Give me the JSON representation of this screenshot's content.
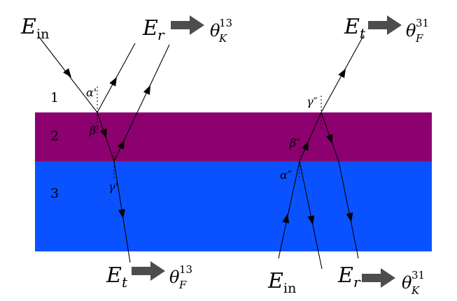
{
  "layers": {
    "labels": [
      "1",
      "2",
      "3"
    ],
    "colors": {
      "layer1": "#ffffff",
      "layer2": "#8c006f",
      "layer3": "#0a52ff"
    }
  },
  "left": {
    "e_in": {
      "base": "E",
      "sub": "in"
    },
    "e_r": {
      "base": "E",
      "sub": "r"
    },
    "e_t": {
      "base": "E",
      "sub": "t"
    },
    "kerr": {
      "base": "θ",
      "sub": "K",
      "sup": "13"
    },
    "faraday": {
      "base": "θ",
      "sub": "F",
      "sup": "13"
    },
    "angles": {
      "alpha": "α'",
      "beta": "β'",
      "gamma": "γ'"
    }
  },
  "right": {
    "e_in": {
      "base": "E",
      "sub": "in"
    },
    "e_r": {
      "base": "E",
      "sub": "r"
    },
    "e_t": {
      "base": "E",
      "sub": "t"
    },
    "kerr": {
      "base": "θ",
      "sub": "K",
      "sup": "31"
    },
    "faraday": {
      "base": "θ",
      "sub": "F",
      "sup": "31"
    },
    "angles": {
      "alpha": "α″",
      "beta": "β″",
      "gamma": "γ″"
    }
  },
  "icons": {
    "arrow": "block-right-arrow-icon"
  }
}
